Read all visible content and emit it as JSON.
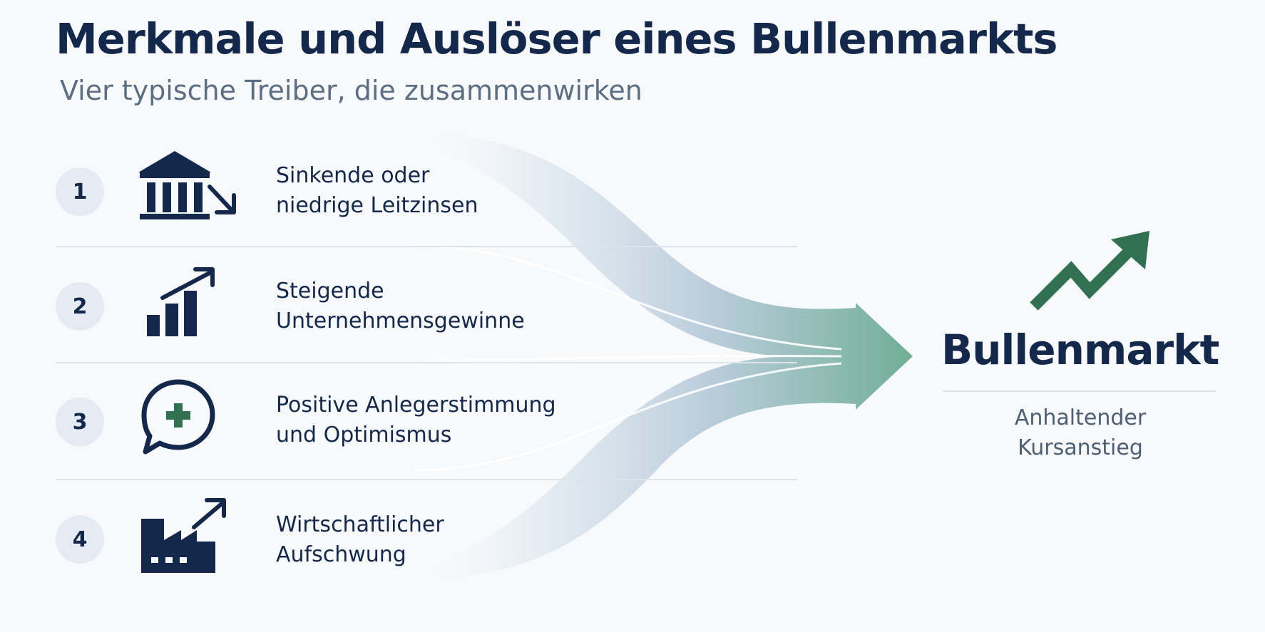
{
  "title": "Merkmale und Auslöser eines Bullenmarkts",
  "subtitle": "Vier typische Treiber, die zusammenwirken",
  "drivers": [
    {
      "number": "1",
      "label": "Sinkende oder\nniedrige Leitzinsen",
      "icon": "bank-rate-down-icon"
    },
    {
      "number": "2",
      "label": "Steigende\nUnternehmensgewinne",
      "icon": "bar-chart-up-icon"
    },
    {
      "number": "3",
      "label": "Positive Anlegerstimmung\nund Optimismus",
      "icon": "speech-bubble-plus-icon"
    },
    {
      "number": "4",
      "label": "Wirtschaftlicher\nAufschwung",
      "icon": "factory-growth-icon"
    }
  ],
  "result": {
    "title": "Bullenmarkt",
    "caption": "Anhaltender\nKursanstieg",
    "icon": "trend-up-arrow-icon"
  },
  "colors": {
    "navy": "#13284a",
    "green": "#2f7150",
    "flow_green": "#6fae95",
    "flow_blue": "#a9bfd2"
  }
}
